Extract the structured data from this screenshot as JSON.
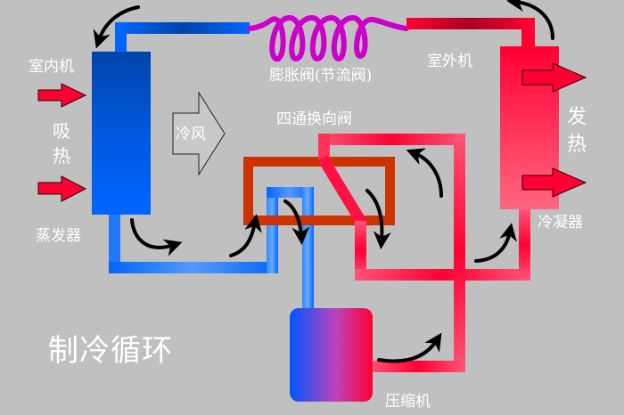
{
  "diagram": {
    "title": "制冷循环",
    "colors": {
      "background": "#c0c0c0",
      "cold_pipe": "#0066ff",
      "cold_dark": "#0044aa",
      "hot_pipe": "#ff2255",
      "hot_light": "#ff5577",
      "valve_frame": "#cc3300",
      "expansion_coil": "#cc00cc",
      "arrow_black": "#000000",
      "heat_arrow": "#ff0033"
    },
    "labels": {
      "indoor_unit": "室内机",
      "absorb_heat_1": "吸",
      "absorb_heat_2": "热",
      "evaporator": "蒸发器",
      "cold_air": "冷风",
      "expansion_valve": "膨胀阀(节流阀)",
      "four_way_valve": "四通换向阀",
      "outdoor_unit": "室外机",
      "release_heat_1": "发",
      "release_heat_2": "热",
      "condenser": "冷凝器",
      "compressor": "压缩机"
    }
  }
}
